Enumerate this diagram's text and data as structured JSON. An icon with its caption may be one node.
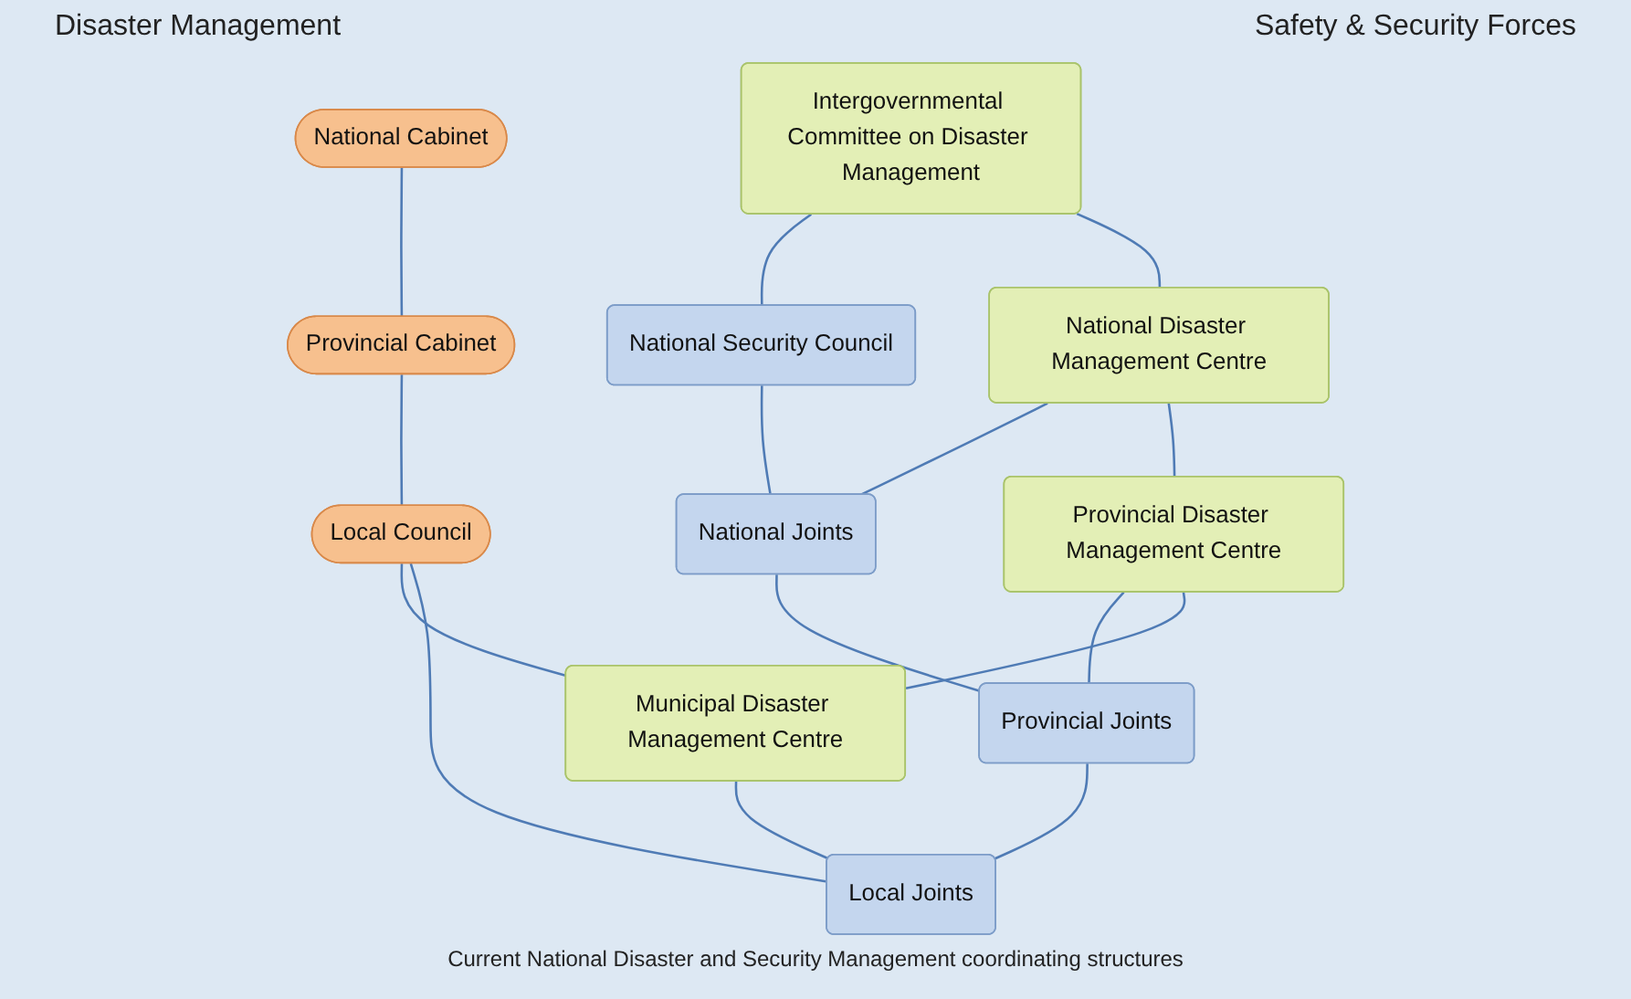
{
  "diagram": {
    "caption": "Current National Disaster and Security Management coordinating structures",
    "nodes": [
      {
        "text": [
          "National Cabinet"
        ]
      },
      {
        "text": [
          "Intergovernmental Committee on Disaster Management"
        ]
      },
      {
        "text": [
          "National Security Council"
        ]
      },
      {
        "text": [
          "National Disaster Management Centre"
        ]
      },
      {
        "text": [
          "National Joints"
        ]
      },
      {
        "text": [
          "Provincial Cabinet"
        ]
      },
      {
        "text": [
          "Provincial Disaster Management Centre"
        ]
      },
      {
        "text": [
          "Provincial Joints"
        ]
      },
      {
        "text": [
          "Local Council"
        ]
      },
      {
        "text": [
          "Municipal Disaster Management Centre"
        ]
      },
      {
        "text": [
          "Local Joints"
        ]
      }
    ],
    "edges": [
      {
        "from": 1,
        "to": 2,
        "arrow": "none"
      },
      {
        "from": 3,
        "to": 4,
        "arrow": "none"
      },
      {
        "from": 6,
        "to": 7,
        "arrow": "none"
      },
      {
        "from": 9,
        "to": 10,
        "arrow": "none"
      },
      {
        "from": 1,
        "to": 3,
        "arrow": "none"
      },
      {
        "from": 3,
        "to": 6,
        "arrow": "none"
      },
      {
        "from": 6,
        "to": 9,
        "arrow": "none"
      },
      {
        "from": 2,
        "to": 4,
        "arrow": "none"
      },
      {
        "from": 4,
        "to": 7,
        "arrow": "none"
      },
      {
        "from": 7,
        "to": 10,
        "arrow": "none"
      },
      {
        "from": 0,
        "to": 5,
        "arrow": "none"
      },
      {
        "from": 5,
        "to": 8,
        "arrow": "none"
      },
      {
        "from": 8,
        "to": 9,
        "arrow": "none"
      },
      {
        "from": 8,
        "to": 10,
        "arrow": "none"
      }
    ],
    "labels": [
      "Disaster Management",
      "Safety & Security Forces"
    ]
  }
}
